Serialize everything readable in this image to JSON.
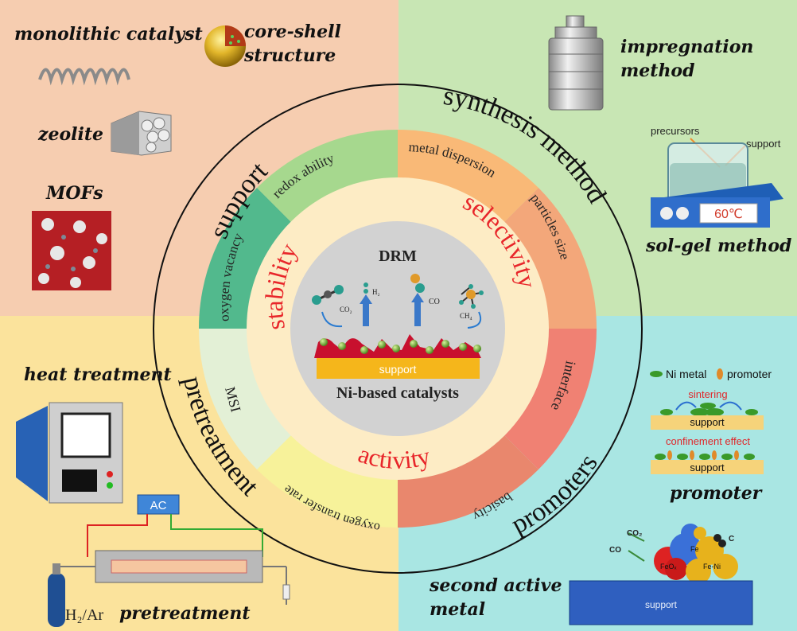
{
  "quadrants": {
    "support_examples": {
      "monolithic": "monolithic catalyst",
      "coreshell_1": "core-shell",
      "coreshell_2": "structure",
      "zeolite": "zeolite",
      "mofs": "MOFs"
    },
    "synthesis_examples": {
      "impregnation_1": "impregnation",
      "impregnation_2": "method",
      "precursors": "precursors",
      "support": "support",
      "temp": "60℃",
      "solgel": "sol-gel method"
    },
    "pretreatment_examples": {
      "heat": "heat treatment",
      "ac": "AC",
      "gas": "H₂/Ar",
      "pretreatment": "pretreatment"
    },
    "promoter_examples": {
      "ni_metal": "Ni metal",
      "promoter_legend": "promoter",
      "sintering": "sintering",
      "support1": "support",
      "confinement": "confinement effect",
      "support2": "support",
      "promoter": "promoter",
      "second_1": "second active",
      "second_2": "metal",
      "co2": "CO₂",
      "co": "CO",
      "c": "C",
      "fe": "Fe",
      "feox": "FeOₓ",
      "feni": "Fe-Ni",
      "support3": "support"
    }
  },
  "outer_ring": {
    "support": "support",
    "synthesis": "synthesis method",
    "pretreatment": "pretreatment",
    "promoters": "promoters"
  },
  "middle_ring": {
    "redox": "redox ability",
    "oxygen_vacancy": "oxygen vacancy",
    "metal_dispersion": "metal dispersion",
    "particles_size": "particles size",
    "interface": "interface",
    "basicity": "basicity",
    "oxygen_transfer": "oxygen transfer rate",
    "msi": "MSI"
  },
  "inner_ring": {
    "stability": "stability",
    "selectivity": "selectivity",
    "activity": "activity"
  },
  "center": {
    "title": "DRM",
    "co2": "CO₂",
    "h2": "H₂",
    "co": "CO",
    "ch4": "CH₄",
    "support": "support",
    "caption": "Ni-based catalysts"
  },
  "colors": {
    "q_tl": "#f6cdb0",
    "q_tr": "#c8e6b4",
    "q_bl": "#fbe39c",
    "q_br": "#a9e6e3",
    "red": "#e8262a"
  }
}
